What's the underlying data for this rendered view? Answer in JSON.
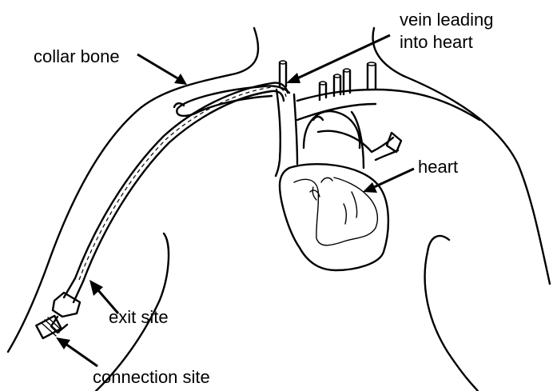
{
  "labels": {
    "collar_bone": "collar bone",
    "vein_line1": "vein leading",
    "vein_line2": "into heart",
    "heart": "heart",
    "exit_site": "exit site",
    "connection_site": "connection site"
  }
}
